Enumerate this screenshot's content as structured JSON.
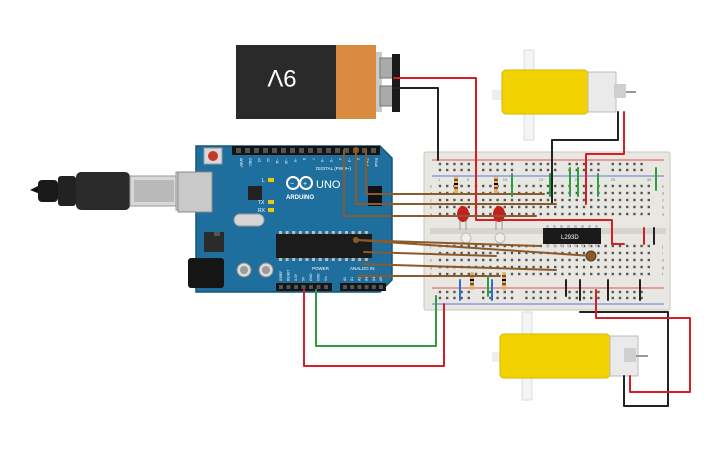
{
  "battery": {
    "label": "9V"
  },
  "arduino": {
    "brand": "ARDUINO",
    "model": "UNO",
    "digital_header_label": "DIGITAL (PWM~)",
    "analog_header_label": "ANALOG IN",
    "power_header_label": "POWER",
    "led_labels": [
      "L",
      "TX",
      "RX"
    ],
    "digital_pins": [
      "AREF",
      "GND",
      "13",
      "12",
      "~11",
      "~10",
      "~9",
      "8",
      "7",
      "~6",
      "~5",
      "4",
      "~3",
      "2",
      "TX▸1",
      "RX◂0"
    ],
    "power_pins": [
      "IOREF",
      "RESET",
      "3.3V",
      "5V",
      "GND",
      "GND",
      "Vin"
    ],
    "analog_pins": [
      "A0",
      "A1",
      "A2",
      "A3",
      "A4",
      "A5"
    ]
  },
  "breadboard": {
    "column_numbers": [
      "1",
      "5",
      "10",
      "15",
      "20",
      "25",
      "30"
    ],
    "row_letters": [
      "a",
      "b",
      "c",
      "d",
      "e",
      "f",
      "g",
      "h",
      "i",
      "j"
    ]
  },
  "motor_driver": {
    "label": "L293D"
  },
  "colors": {
    "wire_red": "#d41f26",
    "wire_black": "#222222",
    "wire_green": "#2e9e3e",
    "wire_brown": "#8a5a2b",
    "arduino_blue": "#1e6e9e",
    "motor_yellow": "#f2d200",
    "led_red": "#c51f1f",
    "breadboard": "#e9e7e2"
  }
}
